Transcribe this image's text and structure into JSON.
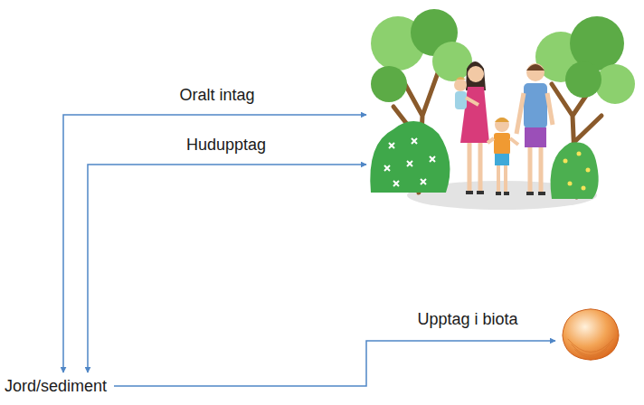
{
  "diagram": {
    "nodes": [
      {
        "text": [
          "Jord/sediment"
        ]
      },
      {
        "text": []
      },
      {
        "text": []
      }
    ],
    "edges": [
      {
        "from": 0,
        "to": 1,
        "label": "Oralt intag",
        "arrow": "both"
      },
      {
        "from": 0,
        "to": 1,
        "label": "Hudupptag",
        "arrow": "both"
      },
      {
        "from": 0,
        "to": 2,
        "label": "Upptag i biota",
        "arrow": "to"
      }
    ]
  }
}
